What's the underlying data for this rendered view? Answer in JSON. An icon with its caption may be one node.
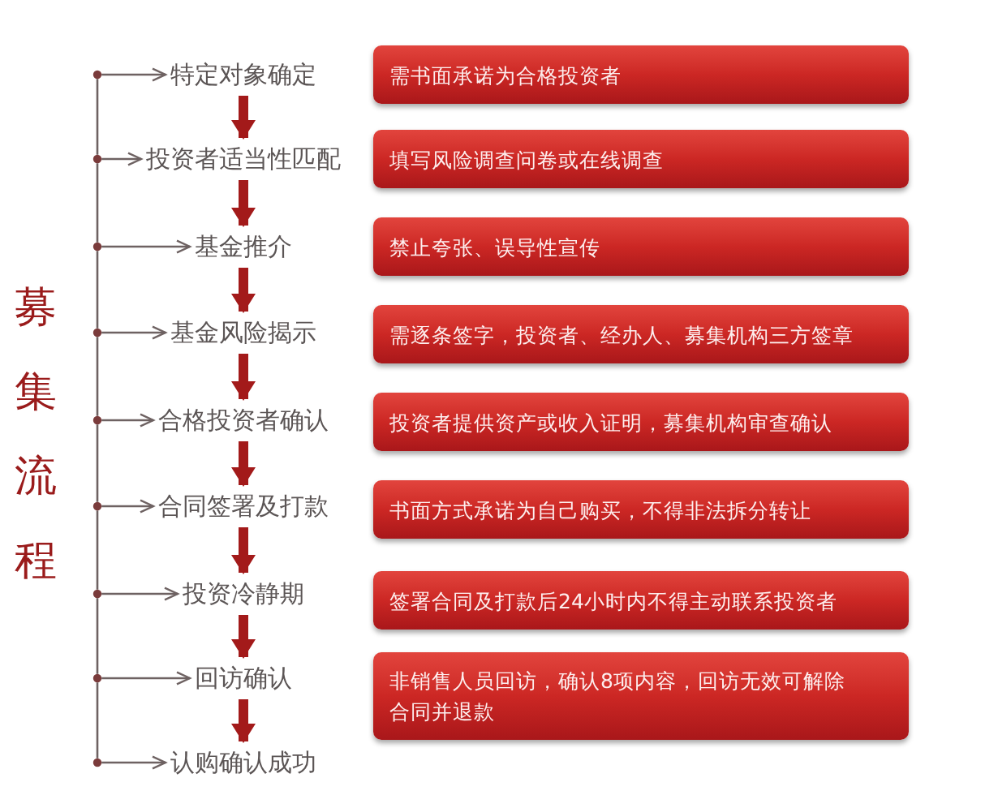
{
  "diagram": {
    "title": "募集流程",
    "nodes": [
      {
        "text": [
          "特定对象确定"
        ]
      },
      {
        "text": [
          "投资者适当性匹配"
        ]
      },
      {
        "text": [
          "基金推介"
        ]
      },
      {
        "text": [
          "基金风险揭示"
        ]
      },
      {
        "text": [
          "合格投资者确认"
        ]
      },
      {
        "text": [
          "合同签署及打款"
        ]
      },
      {
        "text": [
          "投资冷静期"
        ]
      },
      {
        "text": [
          "回访确认"
        ]
      },
      {
        "text": [
          "认购确认成功"
        ]
      },
      {
        "text": [
          "需书面承诺为合格投资者"
        ]
      },
      {
        "text": [
          "填写风险调查问卷或在线调查"
        ]
      },
      {
        "text": [
          "禁止夸张、误导性宣传"
        ]
      },
      {
        "text": [
          "需逐条签字，投资者、经办人、募集机构三方签章"
        ]
      },
      {
        "text": [
          "投资者提供资产或收入证明，募集机构审查确认"
        ]
      },
      {
        "text": [
          "书面方式承诺为自己购买，不得非法拆分转让"
        ]
      },
      {
        "text": [
          "签署合同及打款后24小时内不得主动联系投资者"
        ]
      },
      {
        "text": [
          "非销售人员回访，确认8项内容，回访无效可解除合同并退款"
        ]
      }
    ],
    "edges": [
      {
        "from": 0,
        "to": 1,
        "arrow": "to",
        "style": "thick",
        "color": "#a31a1a"
      },
      {
        "from": 1,
        "to": 2,
        "arrow": "to",
        "style": "thick",
        "color": "#a31a1a"
      },
      {
        "from": 2,
        "to": 3,
        "arrow": "to",
        "style": "thick",
        "color": "#a31a1a"
      },
      {
        "from": 3,
        "to": 4,
        "arrow": "to",
        "style": "thick",
        "color": "#a31a1a"
      },
      {
        "from": 4,
        "to": 5,
        "arrow": "to",
        "style": "thick",
        "color": "#a31a1a"
      },
      {
        "from": 5,
        "to": 6,
        "arrow": "to",
        "style": "thick",
        "color": "#a31a1a"
      },
      {
        "from": 6,
        "to": 7,
        "arrow": "to",
        "style": "thick",
        "color": "#a31a1a"
      },
      {
        "from": 7,
        "to": 8,
        "arrow": "to",
        "style": "thick",
        "color": "#a31a1a"
      },
      {
        "from": null,
        "to": 0,
        "arrow": "to"
      },
      {
        "from": null,
        "to": 1,
        "arrow": "to"
      },
      {
        "from": null,
        "to": 2,
        "arrow": "to"
      },
      {
        "from": null,
        "to": 3,
        "arrow": "to"
      },
      {
        "from": null,
        "to": 4,
        "arrow": "to"
      },
      {
        "from": null,
        "to": 5,
        "arrow": "to"
      },
      {
        "from": null,
        "to": 6,
        "arrow": "to"
      },
      {
        "from": null,
        "to": 7,
        "arrow": "to"
      },
      {
        "from": null,
        "to": 8,
        "arrow": "to"
      }
    ]
  }
}
